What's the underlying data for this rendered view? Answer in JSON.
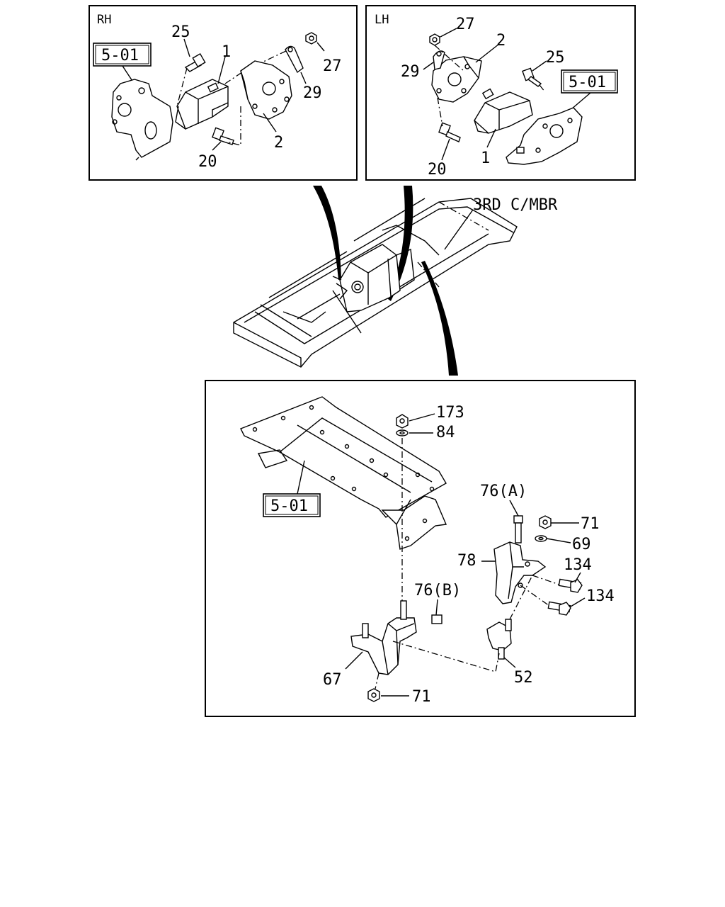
{
  "panels": {
    "rh": {
      "side_label": "RH",
      "ref_box": "5-01",
      "callouts": [
        "25",
        "1",
        "27",
        "29",
        "2",
        "20"
      ]
    },
    "lh": {
      "side_label": "LH",
      "ref_box": "5-01",
      "callouts": [
        "27",
        "2",
        "29",
        "25",
        "1",
        "20"
      ]
    },
    "frame_view": {
      "label": "3RD C/MBR"
    },
    "crossmember": {
      "ref_box": "5-01",
      "callouts": [
        "173",
        "84",
        "76(A)",
        "71",
        "69",
        "78",
        "134",
        "134",
        "76(B)",
        "67",
        "52",
        "71"
      ]
    }
  }
}
